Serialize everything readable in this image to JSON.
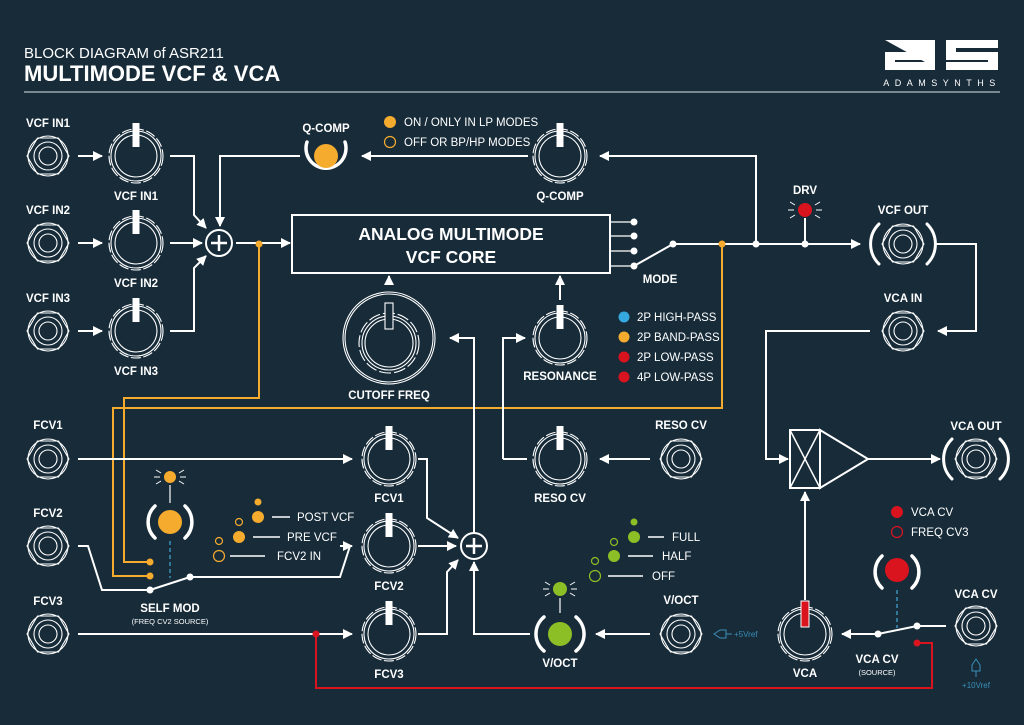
{
  "header": {
    "subtitle": "BLOCK DIAGRAM of ASR211",
    "title": "MULTIMODE VCF & VCA",
    "brand": "ADAMSYNTHS",
    "logo_icon": "as-logo-icon"
  },
  "colors": {
    "background": "#172b39",
    "line": "#ffffff",
    "orange": "#f5ab2e",
    "red": "#d9141f",
    "blue": "#35a8e0",
    "green": "#8cbf26",
    "ref": "#3b8fb8"
  },
  "inputs": {
    "vcf_in1_jack": "VCF IN1",
    "vcf_in2_jack": "VCF IN2",
    "vcf_in3_jack": "VCF IN3",
    "vcf_in1_knob": "VCF IN1",
    "vcf_in2_knob": "VCF IN2",
    "vcf_in3_knob": "VCF IN3"
  },
  "qcomp": {
    "led_label": "Q-COMP",
    "knob_label": "Q-COMP",
    "legend": [
      "ON / ONLY IN LP MODES",
      "OFF OR BP/HP MODES"
    ]
  },
  "core": {
    "line1": "ANALOG MULTIMODE",
    "line2": "VCF CORE",
    "mode_label": "MODE"
  },
  "drv": {
    "label": "DRV"
  },
  "outputs": {
    "vcf_out": "VCF OUT",
    "vca_in": "VCA IN",
    "vca_out": "VCA OUT"
  },
  "controls": {
    "cutoff": "CUTOFF FREQ",
    "resonance": "RESONANCE",
    "reso_cv_knob": "RESO CV",
    "reso_cv_jack": "RESO CV"
  },
  "modes_legend": [
    {
      "label": "2P HIGH-PASS",
      "color": "#35a8e0"
    },
    {
      "label": "2P BAND-PASS",
      "color": "#f5ab2e"
    },
    {
      "label": "2P LOW-PASS",
      "color": "#d9141f"
    },
    {
      "label": "4P LOW-PASS",
      "color": "#d9141f"
    }
  ],
  "fcv": {
    "fcv1_jack": "FCV1",
    "fcv2_jack": "FCV2",
    "fcv3_jack": "FCV3",
    "fcv1_knob": "FCV1",
    "fcv2_knob": "FCV2",
    "fcv3_knob": "FCV3"
  },
  "selfmod": {
    "label": "SELF MOD",
    "sublabel": "(FREQ CV2 SOURCE)",
    "legend": [
      "POST VCF",
      "PRE VCF",
      "FCV2 IN"
    ]
  },
  "voct": {
    "led_label": "V/OCT",
    "jack_label": "V/OCT",
    "ref": "+5Vref",
    "legend": [
      "FULL",
      "HALF",
      "OFF"
    ]
  },
  "vca": {
    "knob_label": "VCA",
    "switch_label": "VCA CV",
    "switch_sublabel": "(SOURCE)",
    "jack_label": "VCA CV",
    "ref": "+10Vref",
    "legend": [
      "VCA CV",
      "FREQ CV3"
    ]
  }
}
